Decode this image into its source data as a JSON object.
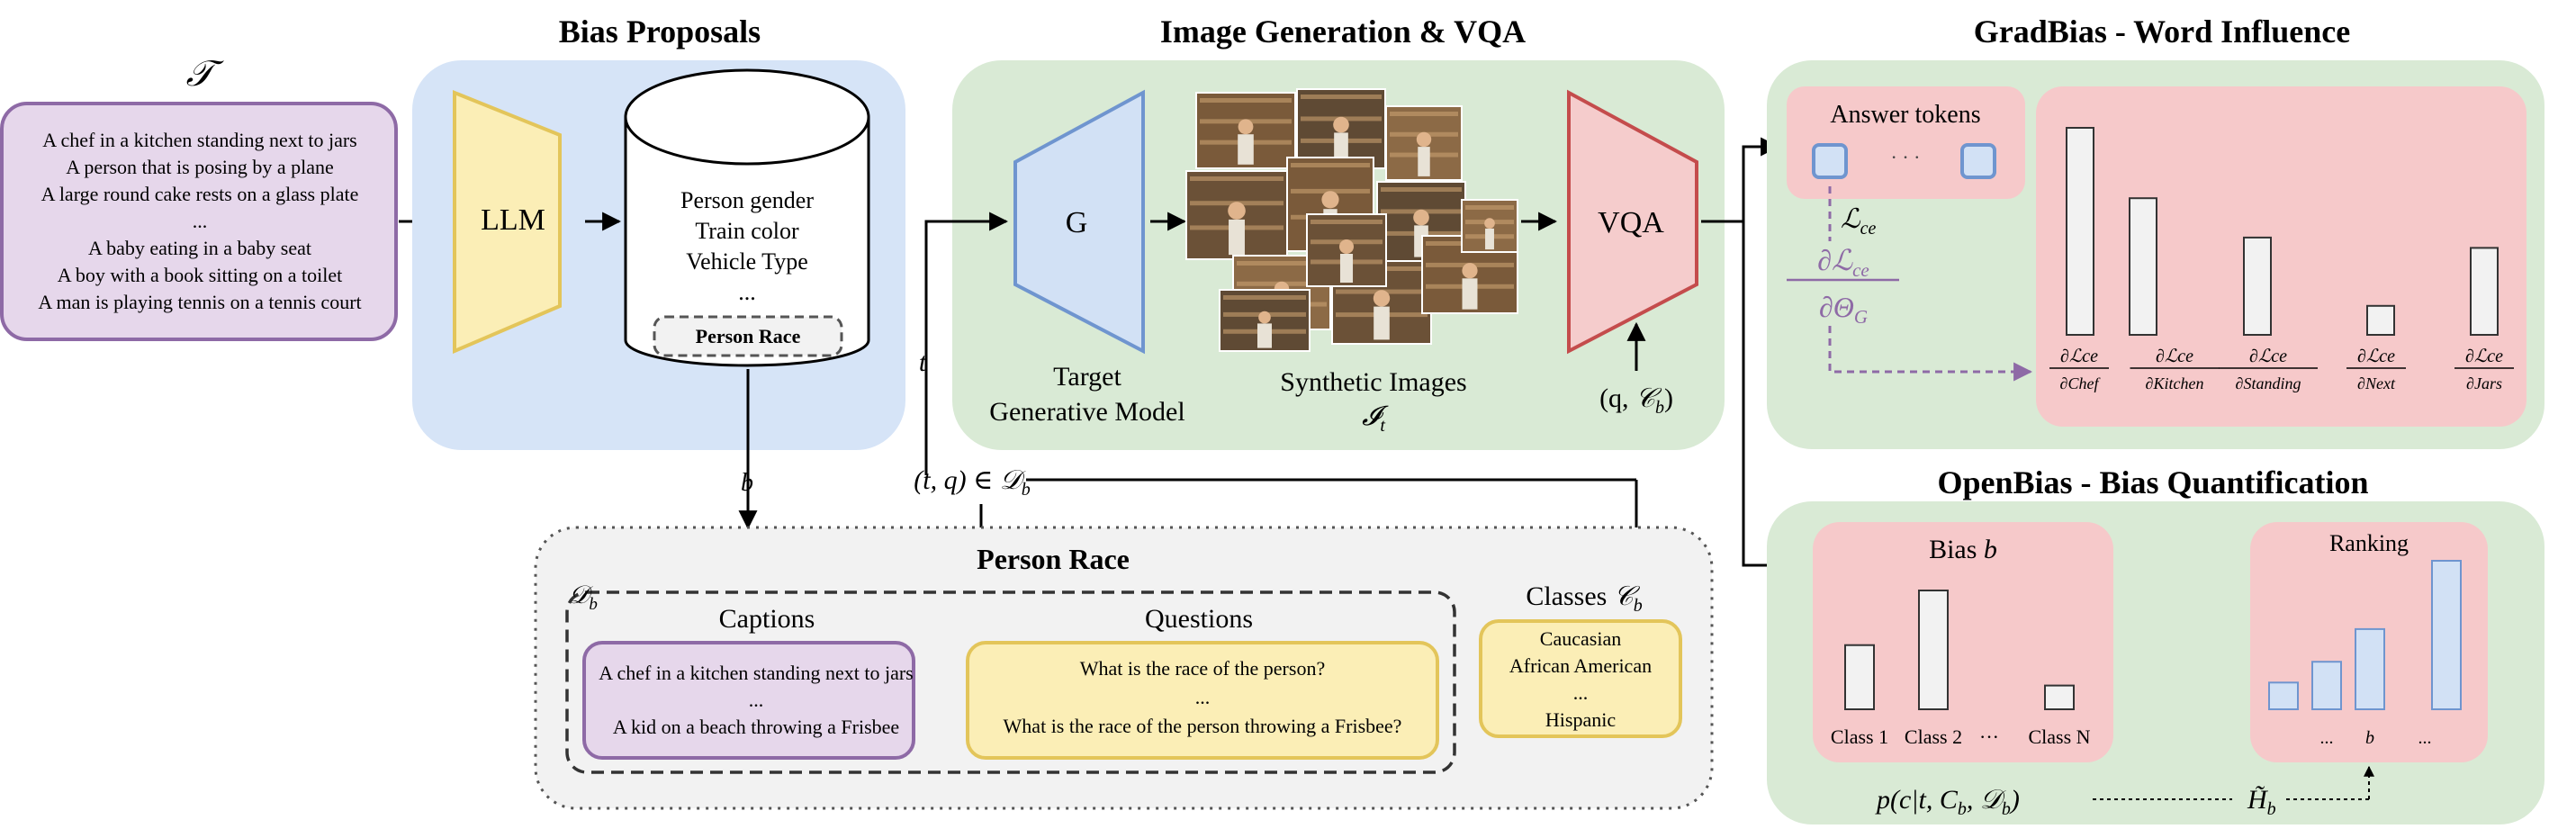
{
  "colors": {
    "purple_fill": "#e6d7eb",
    "purple_stroke": "#8e6aa6",
    "blue_panel": "#d6e4f7",
    "green_panel": "#d9ead5",
    "yellow_fill": "#fbeeb6",
    "yellow_stroke": "#e3c55a",
    "blue_fill": "#d2e1f5",
    "blue_stroke": "#6f95cf",
    "pink_fill": "#f5cccc",
    "pink_stroke": "#c44c4c",
    "red_panel": "#f6c9ca",
    "gray_panel": "#f2f2f2"
  },
  "titles": {
    "bias_proposals": "Bias Proposals",
    "image_gen_vqa": "Image Generation & VQA",
    "gradbias": "GradBias - Word Influence",
    "openbias": "OpenBias - Bias Quantification"
  },
  "caption_set": {
    "symbol": "𝒯",
    "lines": [
      "A chef in a kitchen standing next to jars",
      "A person that is posing by a plane",
      "A large round cake rests on a glass plate",
      "...",
      "A baby eating in a baby seat",
      "A boy with a book sitting on a toilet",
      "A man is playing tennis on a tennis court"
    ]
  },
  "llm_label": "LLM",
  "database": {
    "lines": [
      "Person gender",
      "Train color",
      "Vehicle Type",
      "..."
    ],
    "selected": "Person Race"
  },
  "generator": {
    "label": "G",
    "caption_lines": [
      "Target",
      "Generative Model"
    ]
  },
  "synthetic": {
    "caption": "Synthetic Images",
    "symbol": "𝓘",
    "symbol_sub": "t"
  },
  "vqa_label": "VQA",
  "flow_labels": {
    "t": "t",
    "b": "b",
    "tq_left": "(t, q) ∈ ",
    "tq_D": "𝒟",
    "tq_sub": "b",
    "qc_left": "(q, ",
    "qc_C": "𝒞",
    "qc_sub": "b",
    "qc_right": ")"
  },
  "person_race_panel": {
    "title": "Person Race",
    "d_label": "𝒟",
    "d_sub": "b",
    "captions_header": "Captions",
    "questions_header": "Questions",
    "classes_header": "Classes ",
    "classes_C": "𝒞",
    "classes_sub": "b",
    "captions": [
      "A chef in a kitchen standing next to jars",
      "...",
      "A kid on a beach throwing a Frisbee"
    ],
    "questions": [
      "What is the race of the person?",
      "...",
      "What is the race of the person throwing a Frisbee?"
    ],
    "classes": [
      "Caucasian",
      "African American",
      "...",
      "Hispanic"
    ]
  },
  "gradbias_panel": {
    "answer_tokens": "Answer tokens",
    "dots": "· · ·",
    "loss_symbol": "ℒ",
    "loss_sub": "ce",
    "grad_num": "∂ℒ",
    "grad_num_sub": "ce",
    "grad_den": "∂Θ",
    "grad_den_sub": "G",
    "words": [
      "Chef",
      "Kitchen",
      "Standing",
      "Next",
      "Jars"
    ],
    "frac_num": "∂ℒce"
  },
  "openbias_panel": {
    "bias_title": "Bias ",
    "bias_b": "b",
    "class_labels": [
      "Class 1",
      "Class 2",
      "···",
      "Class N"
    ],
    "ranking_title": "Ranking",
    "ranking_labels": [
      "...",
      "b",
      "..."
    ],
    "prob_label": "p(c|t, C",
    "prob_sub1": "b",
    "prob_mid": ", 𝒟",
    "prob_sub2": "b",
    "prob_end": ")",
    "entropy": "H̃",
    "entropy_sub": "b"
  },
  "chart_data": [
    {
      "type": "bar",
      "name": "word-influence",
      "categories": [
        "Chef",
        "Kitchen",
        "Standing",
        "Next",
        "Jars"
      ],
      "values": [
        1.0,
        0.66,
        0.47,
        0.14,
        0.42
      ],
      "ylim": [
        0,
        1
      ]
    },
    {
      "type": "bar",
      "name": "bias-classes",
      "categories": [
        "Class 1",
        "Class 2",
        "···",
        "Class N"
      ],
      "values": [
        0.54,
        1.0,
        null,
        0.2
      ],
      "ylim": [
        0,
        1
      ]
    },
    {
      "type": "bar",
      "name": "ranking",
      "categories": [
        "",
        "...",
        "b",
        "..."
      ],
      "values": [
        0.18,
        0.32,
        0.54,
        1.0
      ],
      "ylim": [
        0,
        1
      ]
    }
  ]
}
